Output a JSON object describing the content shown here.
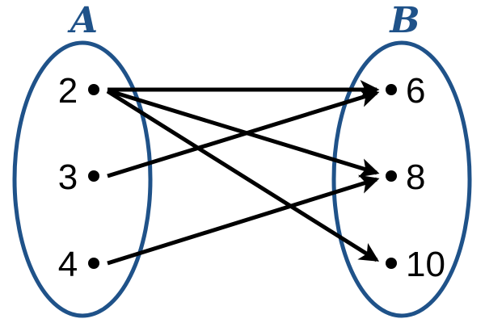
{
  "colors": {
    "set_outline": "#1f5289",
    "set_title": "#1f5289",
    "arrow": "#000000",
    "dot": "#000000",
    "label": "#000000"
  },
  "set_a": {
    "title": "A",
    "elements": [
      "2",
      "3",
      "4"
    ]
  },
  "set_b": {
    "title": "B",
    "elements": [
      "6",
      "8",
      "10"
    ]
  },
  "mappings": [
    {
      "from": "2",
      "to": "6"
    },
    {
      "from": "2",
      "to": "8"
    },
    {
      "from": "2",
      "to": "10"
    },
    {
      "from": "3",
      "to": "6"
    },
    {
      "from": "4",
      "to": "8"
    }
  ]
}
